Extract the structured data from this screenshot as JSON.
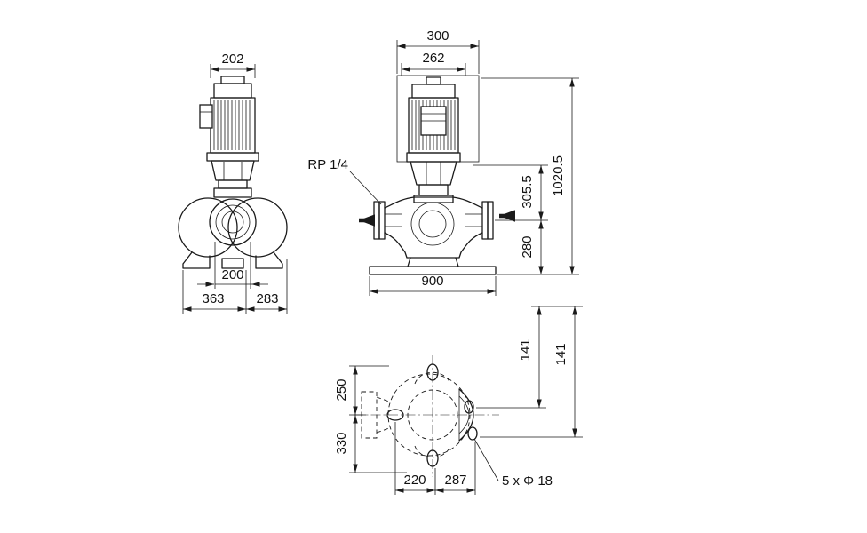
{
  "drawing": {
    "background": "#ffffff",
    "line_color": "#1a1a1a",
    "side_view": {
      "dim_motor_width": "202",
      "dim_port_bore": "200",
      "dim_base_left": "363",
      "dim_base_right": "283"
    },
    "front_view": {
      "label_plug": "RP 1/4",
      "dim_shroud_width": "300",
      "dim_motor_width": "262",
      "dim_plug_height": "305.5",
      "dim_total_height": "1020.5",
      "dim_port_height": "280",
      "dim_base_width": "900"
    },
    "plan_view": {
      "label_bolt_holes": "5  x Φ 18",
      "dim_top": "250",
      "dim_bottom": "330",
      "dim_offset_inner": "141",
      "dim_offset_outer": "141",
      "dim_hole_left": "220",
      "dim_hole_right": "287"
    }
  }
}
